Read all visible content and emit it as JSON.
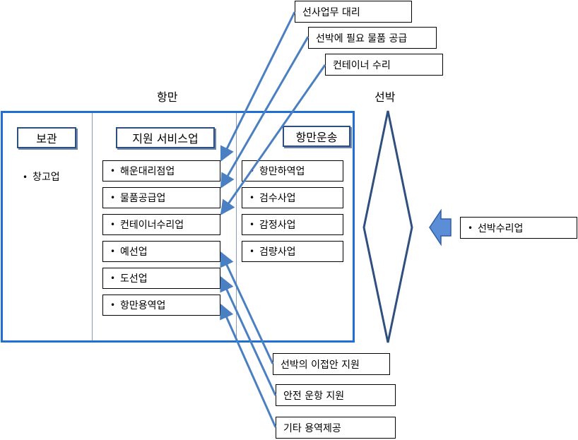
{
  "titles": {
    "port": "항만",
    "ship": "선박"
  },
  "headers": {
    "storage": "보관",
    "support": "지원 서비스업",
    "transport": "항만운송"
  },
  "storage_items": [
    "창고업"
  ],
  "support_items": [
    "해운대리점업",
    "물품공급업",
    "컨테이너수리업",
    "예선업",
    "도선업",
    "항만용역업"
  ],
  "transport_items": [
    "항만하역업",
    "검수사업",
    "감정사업",
    "검량사업"
  ],
  "top_notes": [
    "선사업무 대리",
    "선박에 필요 물품 공급",
    "컨테이너 수리"
  ],
  "bottom_notes": [
    "선박의 이접안 지원",
    "안전 운항 지원",
    "기타 용역제공"
  ],
  "ship_repair": "선박수리업",
  "bullet": "•",
  "colors": {
    "frame": "#1f6fd6",
    "arrow": "#4a7fc1",
    "diamond": "#2f4f7f",
    "block_arrow": "#5b8ed6"
  }
}
